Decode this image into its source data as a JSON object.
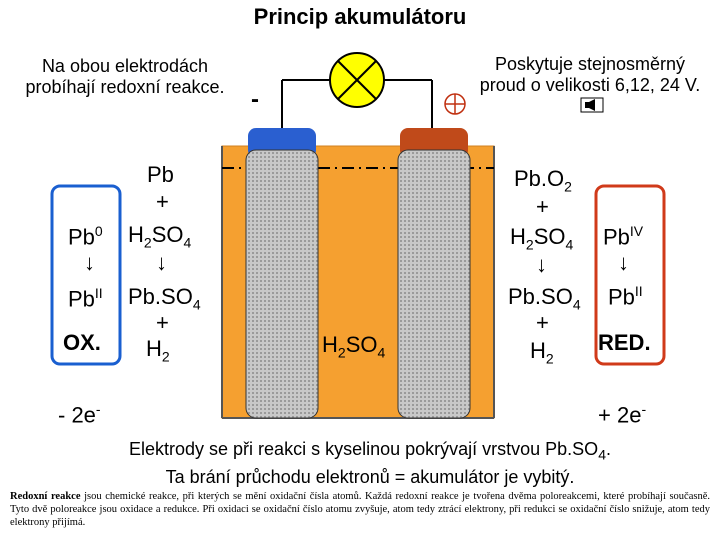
{
  "title": "Princip akumulátoru",
  "left_note": "Na obou elektrodách probíhají redoxní reakce.",
  "right_note": "Poskytuje stejnosměrný proud o velikosti 6,12, 24 V.",
  "minus_sign": "-",
  "plus_sign": "+",
  "left": {
    "pb": "Pb",
    "plus1": "+",
    "h2so4_base": "H",
    "h2so4_sub1": "2",
    "h2so4_mid": "SO",
    "h2so4_sub2": "4",
    "pb0_base": "Pb",
    "pb0_sup": "0",
    "arrow": "↓",
    "pbii_base": "Pb",
    "pbii_sup": "II",
    "pbso4_base": "Pb.SO",
    "pbso4_sub": "4",
    "plus2": "+",
    "h2_base": "H",
    "h2_sub": "2",
    "ox": "OX.",
    "electrons": "- 2e",
    "electrons_sup": "-"
  },
  "center": {
    "h2so4_base": "H",
    "h2so4_sub1": "2",
    "h2so4_mid": "SO",
    "h2so4_sub2": "4"
  },
  "right": {
    "pbo2_base": "Pb.O",
    "pbo2_sub": "2",
    "plus1": "+",
    "h2so4_base": "H",
    "h2so4_sub1": "2",
    "h2so4_mid": "SO",
    "h2so4_sub2": "4",
    "pbiv_base": "Pb",
    "pbiv_sup": "IV",
    "arrow": "↓",
    "pbso4_base": "Pb.SO",
    "pbso4_sub": "4",
    "pbii_base": "Pb",
    "pbii_sup": "II",
    "plus2": "+",
    "h2_base": "H",
    "h2_sub": "2",
    "red": "RED.",
    "electrons": "+ 2e",
    "electrons_sup": "-"
  },
  "bottom_note_line1_a": "Elektrody se při reakci s kyselinou pokrývají vrstvou Pb.SO",
  "bottom_note_line1_sub": "4",
  "bottom_note_line1_b": ".",
  "bottom_note_line2": "Ta brání průchodu elektronů = akumulátor je vybitý.",
  "definition_term": "Redoxní reakce",
  "definition_text": " jsou chemické reakce, při kterých se mění oxidační čísla atomů. Každá redoxní reakce je tvořena dvěma poloreakcemi, které probíhají současně. Tyto dvě poloreakce jsou oxidace a redukce. Při oxidaci se oxidační číslo atomu zvyšuje, atom tedy ztrácí elektrony, při redukci se oxidační číslo snižuje, atom tedy elektrony přijímá.",
  "colors": {
    "electrolyte": "#f5a030",
    "cathode_cap": "#c04a1a",
    "anode_cap": "#2a5fd0",
    "electrode": "#b8b8b8",
    "bulb": "#ffff00",
    "box_blue": "#1a5fd0",
    "box_red": "#d03a1a"
  }
}
